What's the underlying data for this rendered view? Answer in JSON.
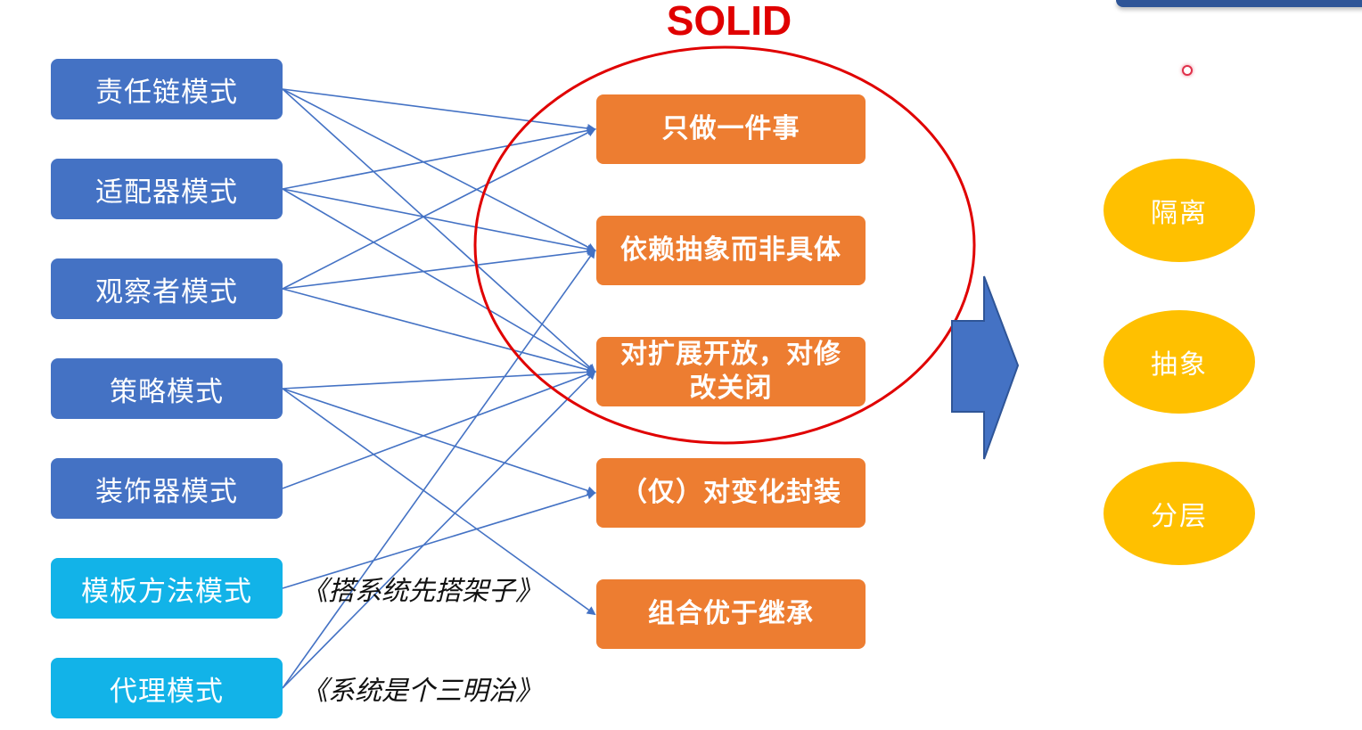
{
  "title": "SOLID",
  "patterns": [
    {
      "label": "责任链模式",
      "style": "dark"
    },
    {
      "label": "适配器模式",
      "style": "dark"
    },
    {
      "label": "观察者模式",
      "style": "dark"
    },
    {
      "label": "策略模式",
      "style": "dark"
    },
    {
      "label": "装饰器模式",
      "style": "dark"
    },
    {
      "label": "模板方法模式",
      "style": "light"
    },
    {
      "label": "代理模式",
      "style": "light"
    }
  ],
  "principles": [
    {
      "label": "只做一件事"
    },
    {
      "label": "依赖抽象而非具体"
    },
    {
      "label": "对扩展开放，对修改关闭"
    },
    {
      "label": "（仅）对变化封装"
    },
    {
      "label": "组合优于继承"
    }
  ],
  "outcomes": [
    {
      "label": "隔离"
    },
    {
      "label": "抽象"
    },
    {
      "label": "分层"
    }
  ],
  "notes": [
    {
      "text": "《搭系统先搭架子》"
    },
    {
      "text": "《系统是个三明治》"
    }
  ],
  "connections": [
    [
      0,
      0
    ],
    [
      0,
      1
    ],
    [
      0,
      2
    ],
    [
      1,
      0
    ],
    [
      1,
      1
    ],
    [
      1,
      2
    ],
    [
      2,
      0
    ],
    [
      2,
      1
    ],
    [
      2,
      2
    ],
    [
      3,
      2
    ],
    [
      3,
      3
    ],
    [
      3,
      4
    ],
    [
      4,
      2
    ],
    [
      5,
      3
    ],
    [
      6,
      1
    ],
    [
      6,
      2
    ]
  ],
  "colors": {
    "pattern_dark": "#4472C4",
    "pattern_light": "#12B3E8",
    "principle": "#ED7D31",
    "outcome": "#FFC000",
    "solid_circle": "#E00000",
    "arrow": "#4472C4",
    "connector": "#4472C4"
  }
}
